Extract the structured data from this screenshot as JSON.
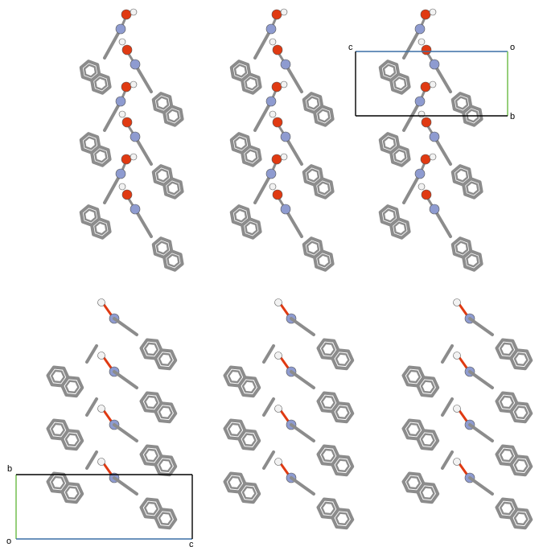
{
  "panels": [
    {
      "id": "top",
      "cell": {
        "labels": {
          "c": "c",
          "o": "o",
          "b": "b"
        },
        "edge_colors": {
          "c": "#3a6ea5",
          "b": "#7cc35a"
        }
      }
    },
    {
      "id": "bottom",
      "cell": {
        "labels": {
          "b": "b",
          "o": "o",
          "c": "c"
        },
        "edge_colors": {
          "b": "#7cc35a",
          "c": "#3a6ea5"
        }
      }
    }
  ],
  "colors": {
    "bond": "#8c8c8c",
    "ring": "#8c8c8c",
    "nitrogen": "#8e9bd0",
    "oxygen": "#e03a12",
    "hydrogen": "#f2f2f2",
    "cell_outline": "#000000"
  }
}
